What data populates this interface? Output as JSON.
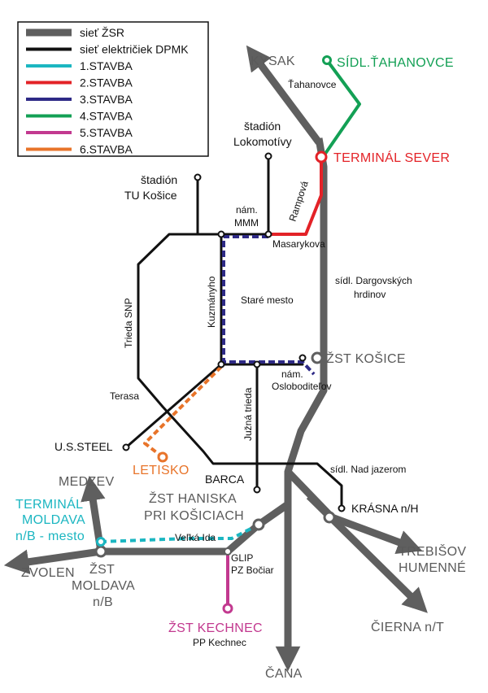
{
  "colors": {
    "zsr": "#5f5f5f",
    "dpmk": "#111111",
    "stavba1": "#1bb6c1",
    "stavba2": "#e32227",
    "stavba3": "#2e2a86",
    "stavba4": "#13a055",
    "stavba5": "#c2398f",
    "stavba6": "#e8742a"
  },
  "legend": [
    {
      "key": "zsr",
      "label": "sieť ŽSR"
    },
    {
      "key": "dpmk",
      "label": "sieť električiek DPMK"
    },
    {
      "key": "stavba1",
      "label": "1.STAVBA"
    },
    {
      "key": "stavba2",
      "label": "2.STAVBA"
    },
    {
      "key": "stavba3",
      "label": "3.STAVBA"
    },
    {
      "key": "stavba4",
      "label": "4.STAVBA"
    },
    {
      "key": "stavba5",
      "label": "5.STAVBA"
    },
    {
      "key": "stavba6",
      "label": "6.STAVBA"
    }
  ],
  "labels": {
    "kysak": "KYSAK",
    "sidl_tahanovce": "SÍDL.ŤAHANOVCE",
    "tahanovce": "Ťahanovce",
    "stadion_lok_1": "štadión",
    "stadion_lok_2": "Lokomotívy",
    "terminal_sever": "TERMINÁL SEVER",
    "stadion_tu_1": "štadión",
    "stadion_tu_2": "TU Košice",
    "nam_mmm_1": "nám.",
    "nam_mmm_2": "MMM",
    "rampova": "Rampová",
    "masarykova": "Masarykova",
    "dargovskych_1": "sídl. Dargovských",
    "dargovskych_2": "hrdinov",
    "trieda_snp": "Trieda SNP",
    "kuzmanyho": "Kuzmányho",
    "stare_mesto": "Staré mesto",
    "zst_kosice": "ŽST KOŠICE",
    "nam_oslob_1": "nám.",
    "nam_oslob_2": "Osloboditeľov",
    "terasa": "Terasa",
    "juzna_trieda": "Južná trieda",
    "us_steel": "U.S.STEEL",
    "letisko": "LETISKO",
    "barca": "BARCA",
    "nad_jazerom": "sídl. Nad jazerom",
    "medzev": "MEDZEV",
    "zst_haniska_1": "ŽST HANISKA",
    "zst_haniska_2": "PRI KOŠICIACH",
    "krasna": "KRÁSNA n/H",
    "terminal_moldava_1": "TERMINÁL",
    "terminal_moldava_2": "MOLDAVA",
    "terminal_moldava_3": "n/B - mesto",
    "velka_ida": "Veľká Ida",
    "trebisov_1": "TREBIŠOV",
    "trebisov_2": "HUMENNÉ",
    "zvolen": "ZVOLEN",
    "zst_moldava_1": "ŽST",
    "zst_moldava_2": "MOLDAVA",
    "zst_moldava_3": "n/B",
    "glip_1": "GLIP",
    "glip_2": "PZ Bočiar",
    "zst_kechnec": "ŽST KECHNEC",
    "pp_kechnec": "PP Kechnec",
    "cierna": "ČIERNA n/T",
    "cana": "ČAŇA"
  }
}
